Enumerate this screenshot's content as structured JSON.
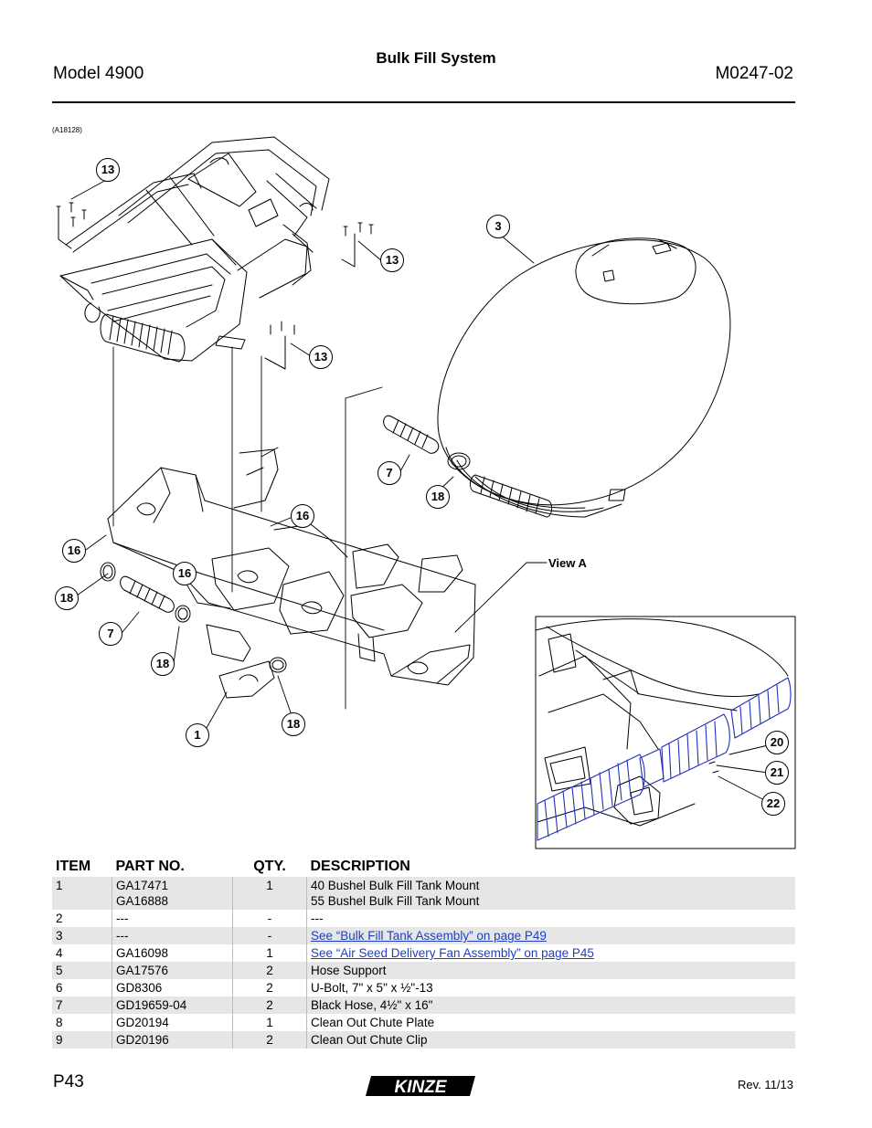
{
  "header": {
    "model": "Model 4900",
    "title": "Bulk Fill System",
    "doc_number": "M0247-02"
  },
  "figure": {
    "id": "(A18128)",
    "view_label": "View A",
    "callouts": [
      "13",
      "13",
      "13",
      "3",
      "7",
      "18",
      "16",
      "16",
      "16",
      "18",
      "7",
      "18",
      "1",
      "18",
      "20",
      "21",
      "22"
    ]
  },
  "table": {
    "headers": [
      "ITEM",
      "PART NO.",
      "QTY.",
      "DESCRIPTION"
    ],
    "rows": [
      {
        "item": "1",
        "part": "GA17471\nGA16888",
        "qty": "1",
        "desc": "40 Bushel Bulk Fill Tank Mount\n55 Bushel Bulk Fill Tank Mount"
      },
      {
        "item": "2",
        "part": "---",
        "qty": "-",
        "desc": "---"
      },
      {
        "item": "3",
        "part": "---",
        "qty": "-",
        "desc": "See “Bulk Fill Tank Assembly” on page P49"
      },
      {
        "item": "4",
        "part": "GA16098",
        "qty": "1",
        "desc": "See “Air Seed Delivery Fan Assembly” on page P45"
      },
      {
        "item": "5",
        "part": "GA17576",
        "qty": "2",
        "desc": "Hose Support"
      },
      {
        "item": "6",
        "part": "GD8306",
        "qty": "2",
        "desc": "U-Bolt, 7\" x 5\" x ½\"-13"
      },
      {
        "item": "7",
        "part": "GD19659-04",
        "qty": "2",
        "desc": "Black Hose, 4½\" x 16\""
      },
      {
        "item": "8",
        "part": "GD20194",
        "qty": "1",
        "desc": "Clean Out Chute Plate"
      },
      {
        "item": "9",
        "part": "GD20196",
        "qty": "2",
        "desc": "Clean Out Chute Clip"
      }
    ]
  },
  "footer": {
    "page": "P43",
    "brand": "KINZE",
    "revision": "Rev. 11/13"
  }
}
